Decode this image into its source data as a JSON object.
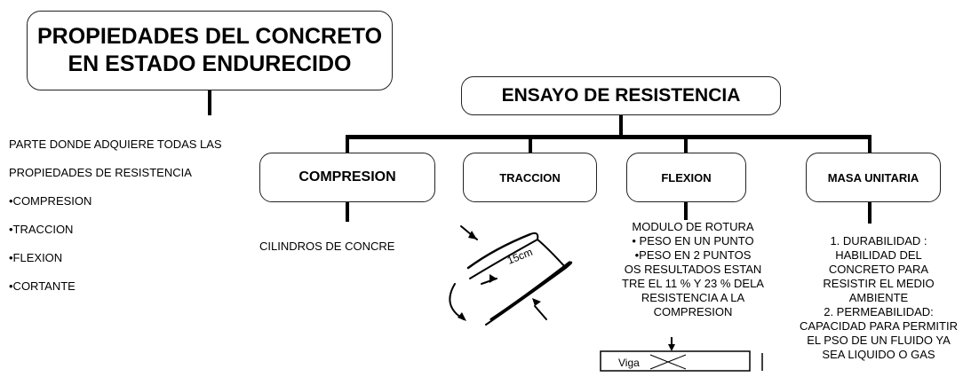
{
  "main_box": {
    "line1": "PROPIEDADES DEL CONCRETO",
    "line2": "EN ESTADO ENDURECIDO"
  },
  "left_text": {
    "intro1": "PARTE DONDE ADQUIERE TODAS LAS",
    "intro2": "PROPIEDADES DE RESISTENCIA",
    "items": [
      "•COMPRESION",
      "•TRACCION",
      "•FLEXION",
      "•CORTANTE"
    ]
  },
  "test_box": "ENSAYO DE RESISTENCIA",
  "branches": {
    "compresion": "COMPRESION",
    "traccion": "TRACCION",
    "flexion": "FLEXION",
    "masa": "MASA UNITARIA"
  },
  "compresion_note": "CILINDROS DE CONCRE",
  "flexion_notes": [
    "MODULO DE ROTURA",
    "• PESO EN UN PUNTO",
    "•PESO EN  2 PUNTOS",
    "OS RESULTADOS ESTAN",
    "TRE EL 11 %  Y 23 % DELA",
    "RESISTENCIA A LA",
    "COMPRESION"
  ],
  "masa_notes": [
    "1. DURABILIDAD :",
    "HABILIDAD DEL",
    "CONCRETO PARA",
    "RESISTIR EL MEDIO",
    "AMBIENTE",
    "2. PERMEABILIDAD:",
    "CAPACIDAD PARA PERMITIR",
    "EL PSO DE UN FLUIDO YA",
    "SEA LIQUIDO O GAS"
  ],
  "sketch_labels": {
    "traccion": "15cm",
    "viga": "Viga"
  }
}
